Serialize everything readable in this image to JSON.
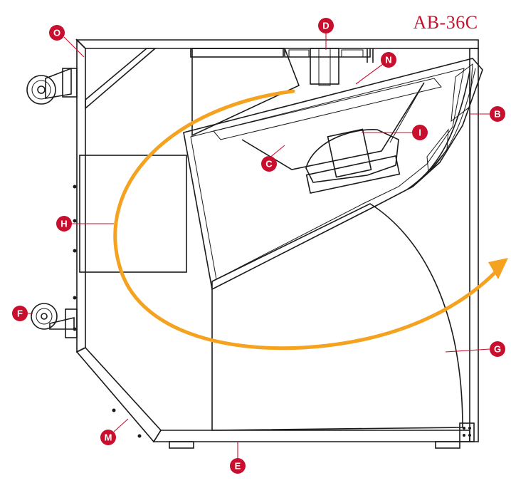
{
  "title": "AB-36C",
  "colors": {
    "accent": "#c8102e",
    "arrow": "#f4a21f",
    "outline": "#1a1a1a",
    "hatch": "#333333"
  },
  "callouts": {
    "O": "O",
    "D": "D",
    "N": "N",
    "B": "B",
    "I": "I",
    "C": "C",
    "H": "H",
    "F": "F",
    "G": "G",
    "M": "M",
    "E": "E"
  }
}
